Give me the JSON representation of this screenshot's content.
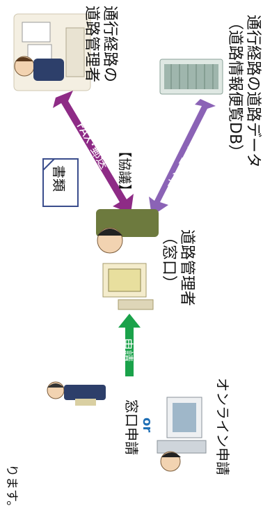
{
  "top_fragment": "ります。",
  "managers": {
    "route_line1": "通行経路の",
    "route_line2": "道路管理者",
    "window_line1": "道路管理者",
    "window_line2": "（窓口）"
  },
  "route_data": {
    "line1": "通行経路の道路データ",
    "line2": "（道路情報便覧DB）"
  },
  "applicants": {
    "window": "窓口申請",
    "or": "or",
    "online": "オンライン申請"
  },
  "arrows": {
    "fax_post": "FAX･郵送",
    "online": "オンライン",
    "apply": "申請"
  },
  "labels": {
    "consult": "【協議】",
    "documents": "書類"
  },
  "colors": {
    "purple_dark": "#8e2b86",
    "purple_light": "#8b63b6",
    "green": "#1aa24a",
    "or_blue": "#1f6fb5"
  }
}
